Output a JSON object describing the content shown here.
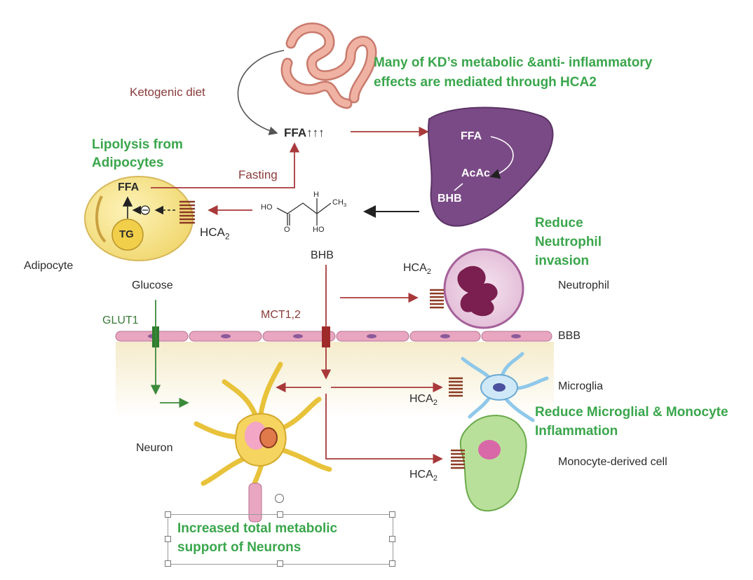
{
  "labels": {
    "ketogenic_diet": "Ketogenic diet",
    "ffa_top": "FFA↑↑↑",
    "lipolysis_line1": "Lipolysis from",
    "lipolysis_line2": "Adipocytes",
    "fasting": "Fasting",
    "ffa_adipocyte": "FFA",
    "tg": "TG",
    "hca2_adipocyte": "HCA",
    "adipocyte": "Adipocyte",
    "liver_ffa": "FFA",
    "liver_acac": "AcAc",
    "liver_bhb": "BHB",
    "bhb_mol_ho": "HO",
    "bhb_mol_h": "H",
    "bhb_mol_ch3": "CH",
    "bhb_mol_o": "O",
    "bhb_mol_ho2": "HO",
    "bhb": "BHB",
    "glucose": "Glucose",
    "glut1": "GLUT1",
    "mct": "MCT1,2",
    "bbb": "BBB",
    "neutrophil": "Neutrophil",
    "hca2_neutrophil": "HCA",
    "microglia": "Microglia",
    "hca2_microglia": "HCA",
    "monocyte": "Monocyte-derived cell",
    "hca2_monocyte": "HCA",
    "neuron": "Neuron",
    "subscript_2": "2",
    "subscript_3": "3"
  },
  "annotations": {
    "kd_line1": "Many of KD’s metabolic &anti- inflammatory",
    "kd_line2": "effects are mediated through HCA2",
    "neutrophil_line1": "Reduce",
    "neutrophil_line2": "Neutrophil",
    "neutrophil_line3": "invasion",
    "microglia_line1": "Reduce Microglial & Monocyte",
    "microglia_line2": "Inflammation",
    "neuron_line1": "Increased total metabolic",
    "neuron_line2": "support of Neurons"
  },
  "colors": {
    "arrow_maroon": "#a8383a",
    "annotation_green": "#3aa64c",
    "liver_purple": "#7a4a86",
    "adipocyte_yellow": "#f7e38a",
    "receptor_brown": "#b0553a",
    "bbb_pink": "#e9a6c0"
  }
}
